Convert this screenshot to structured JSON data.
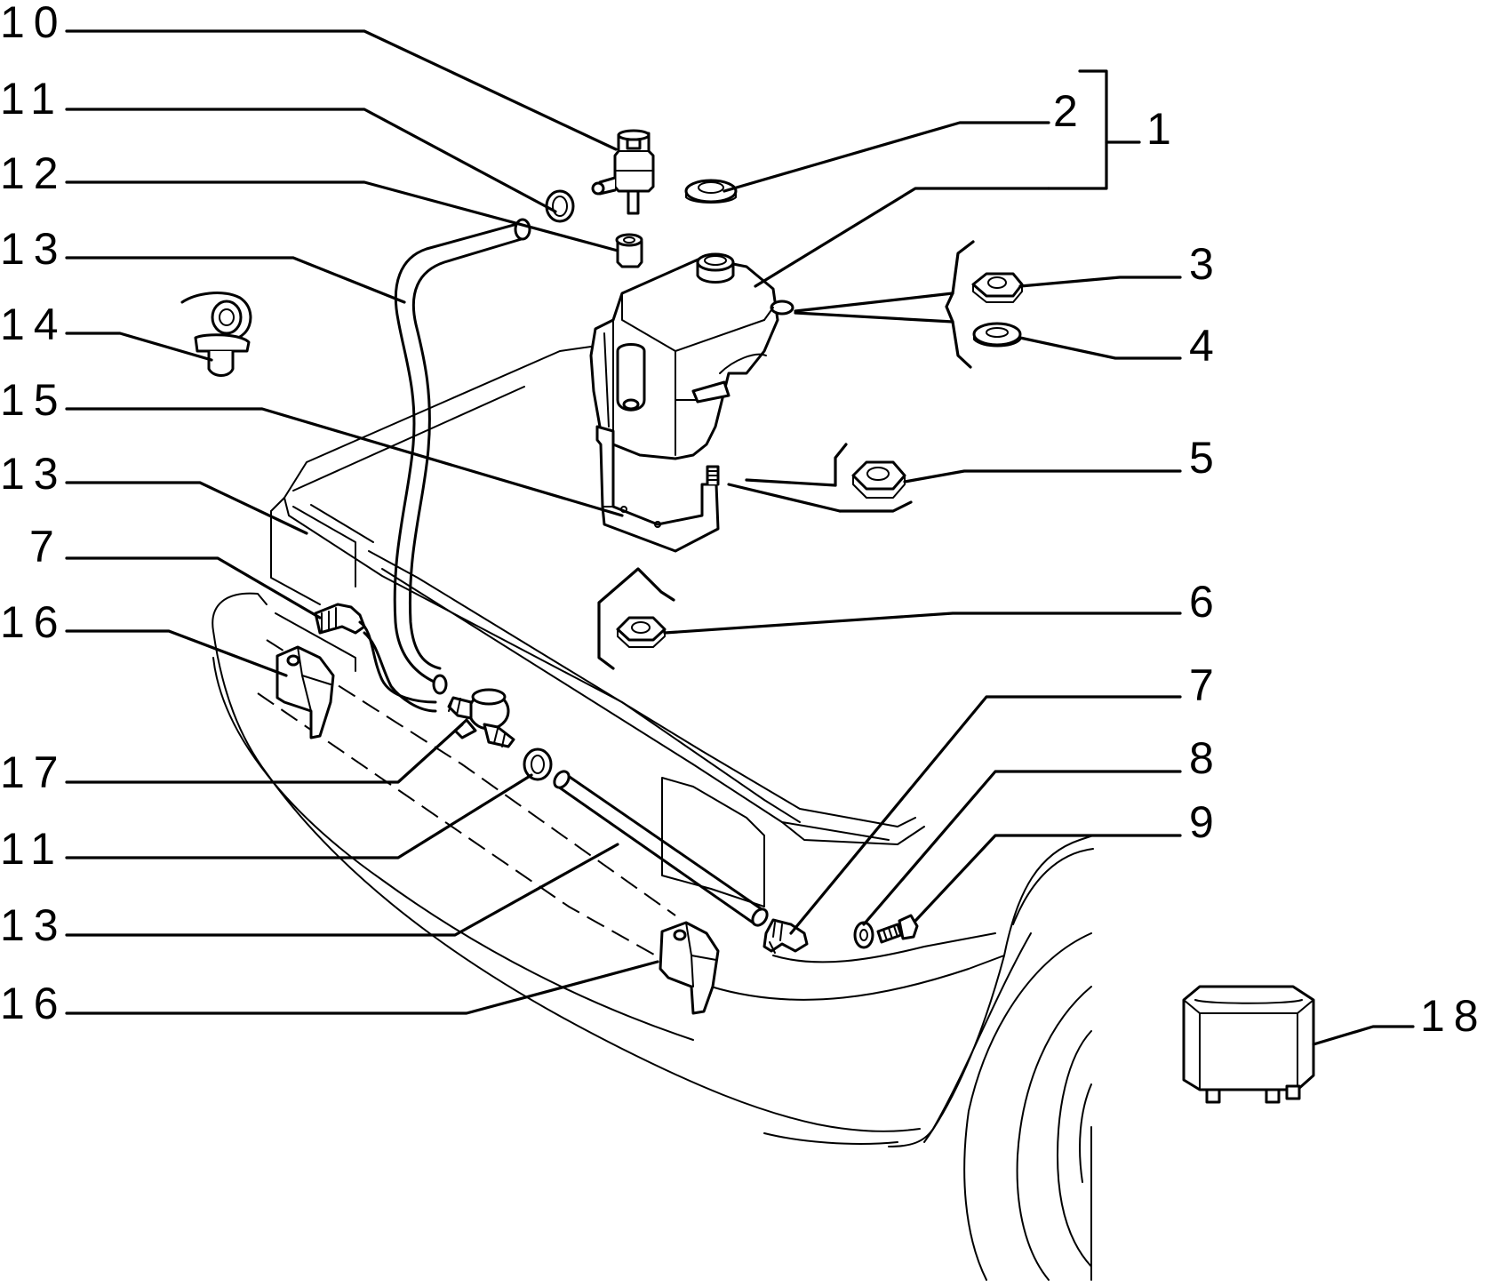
{
  "labels": {
    "l10": "10",
    "l11a": "11",
    "l12": "12",
    "l13a": "13",
    "l14": "14",
    "l15": "15",
    "l13b": "13",
    "l7a": "7",
    "l16a": "16",
    "l17": "17",
    "l11b": "11",
    "l13c": "13",
    "l16b": "16",
    "l2": "2",
    "l1": "1",
    "l3": "3",
    "l4": "4",
    "l5": "5",
    "l6": "6",
    "l7b": "7",
    "l8": "8",
    "l9": "9",
    "l18": "18"
  }
}
